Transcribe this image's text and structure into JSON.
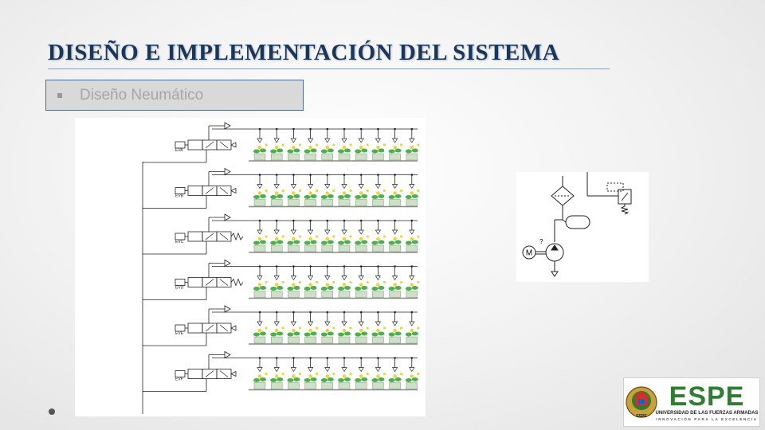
{
  "slide": {
    "title": "DISEÑO E IMPLEMENTACIÓN DEL SISTEMA",
    "subtitle": "Diseño Neumático"
  },
  "valves": [
    "EVA",
    "EVB",
    "EVC",
    "EVD",
    "EVE",
    "EVF"
  ],
  "plants_per_row": 10,
  "compressor_panel": {
    "motor_label": "M",
    "question_mark": "?"
  },
  "logo": {
    "brand": "ESPE",
    "line1": "UNIVERSIDAD DE LAS FUERZAS ARMADAS",
    "line2": "INNOVACIÓN PARA LA EXCELENCIA",
    "seal_caption": "ESPE"
  },
  "colors": {
    "title": "#17375e",
    "subtitle_text": "#a6a6a6",
    "subtitle_box": "#d9d9d9",
    "logo_green": "#2e7d32",
    "plant_leaf": "#4caf50",
    "plant_flower": "#f2d13a"
  }
}
